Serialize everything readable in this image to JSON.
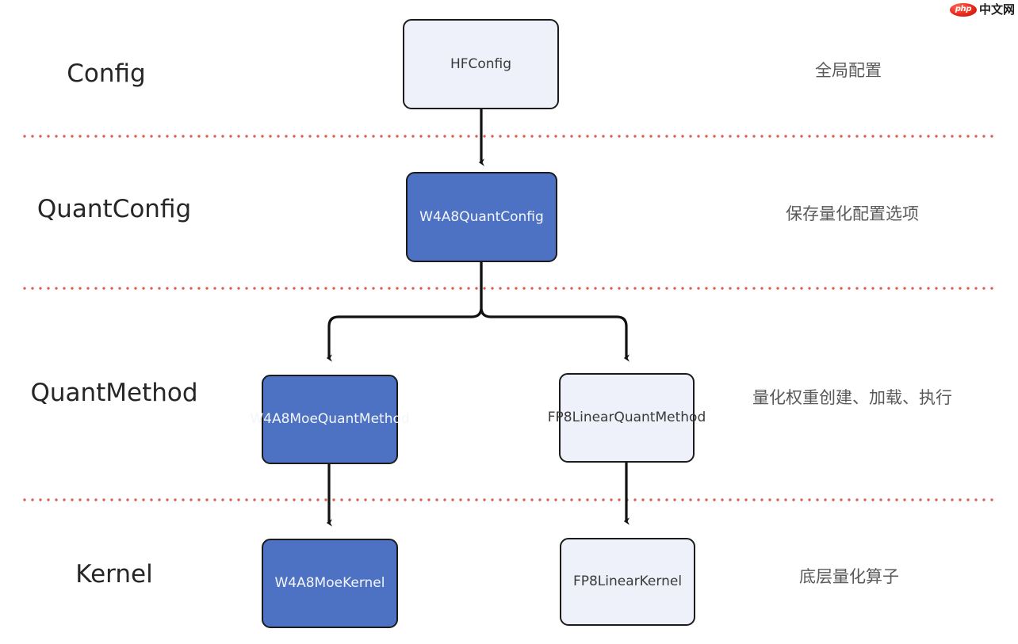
{
  "watermark": {
    "badge": "php",
    "text": "中文网"
  },
  "colors": {
    "accent_blue": "#4d72c4",
    "light_fill": "#eef1f9",
    "border": "#1b1b1b",
    "separator": "#d9604f",
    "label": "#262626",
    "desc": "#595959"
  },
  "stages": [
    {
      "id": "config",
      "label": "Config",
      "description": "全局配置"
    },
    {
      "id": "quantconfig",
      "label": "QuantConfig",
      "description": "保存量化配置选项"
    },
    {
      "id": "quantmethod",
      "label": "QuantMethod",
      "description": "量化权重创建、加载、执行"
    },
    {
      "id": "kernel",
      "label": "Kernel",
      "description": "底层量化算子"
    }
  ],
  "nodes": [
    {
      "id": "hfconfig",
      "label": "HFConfig",
      "stage": "config",
      "style": "light"
    },
    {
      "id": "w4a8quantconfig",
      "label": "W4A8QuantConfig",
      "stage": "quantconfig",
      "style": "filled"
    },
    {
      "id": "w4a8moequantmethod",
      "label": "W4A8MoeQuantMethod",
      "stage": "quantmethod",
      "style": "filled"
    },
    {
      "id": "fp8linearquantmethod",
      "label": "FP8LinearQuantMethod",
      "stage": "quantmethod",
      "style": "light"
    },
    {
      "id": "w4a8moekernel",
      "label": "W4A8MoeKernel",
      "stage": "kernel",
      "style": "filled"
    },
    {
      "id": "fp8linearkernel",
      "label": "FP8LinearKernel",
      "stage": "kernel",
      "style": "light"
    }
  ],
  "edges": [
    {
      "from": "hfconfig",
      "to": "w4a8quantconfig"
    },
    {
      "from": "w4a8quantconfig",
      "to": "w4a8moequantmethod"
    },
    {
      "from": "w4a8quantconfig",
      "to": "fp8linearquantmethod"
    },
    {
      "from": "w4a8moequantmethod",
      "to": "w4a8moekernel"
    },
    {
      "from": "fp8linearquantmethod",
      "to": "fp8linearkernel"
    }
  ]
}
